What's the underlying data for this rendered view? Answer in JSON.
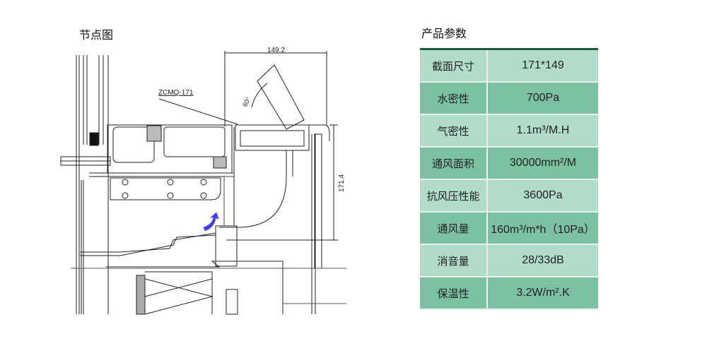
{
  "headings": {
    "drawing": "节点图",
    "specs": "产品参数"
  },
  "drawing": {
    "model_label": "ZCMQ-171",
    "width_dim": "149.2",
    "height_dim": "171.4",
    "angle": "60°"
  },
  "specs": [
    {
      "label": "截面尺寸",
      "value": "171*149"
    },
    {
      "label": "水密性",
      "value": "700Pa"
    },
    {
      "label": "气密性",
      "value": "1.1m³/M.H"
    },
    {
      "label": "通风面积",
      "value": "30000mm²/M"
    },
    {
      "label": "抗风压性能",
      "value": "3600Pa"
    },
    {
      "label": "通风量",
      "value": "160m³/m*h（10Pa）"
    },
    {
      "label": "消音量",
      "value": "28/33dB"
    },
    {
      "label": "保温性",
      "value": "3.2W/m².K"
    }
  ],
  "colors": {
    "row_light": "#b0dcc9",
    "row_dark": "#7cc2a2",
    "header_line": "#1e5a36",
    "arrow": "#3a3ae0"
  }
}
